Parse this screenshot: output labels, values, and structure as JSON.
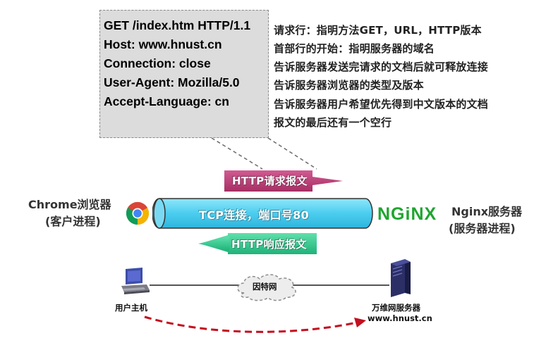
{
  "request": {
    "lines": [
      "GET /index.htm HTTP/1.1",
      "Host: www.hnust.cn",
      "Connection: close",
      "User-Agent:  Mozilla/5.0",
      "Accept-Language: cn"
    ]
  },
  "notes": [
    "请求行：指明方法GET，URL，HTTP版本",
    "首部行的开始：指明服务器的域名",
    "告诉服务器发送完请求的文档后就可释放连接",
    "告诉服务器浏览器的类型及版本",
    "告诉服务器用户希望优先得到中文版本的文档",
    "报文的最后还有一个空行"
  ],
  "arrows": {
    "request_label": "HTTP请求报文",
    "response_label": "HTTP响应报文",
    "request_color": "#c2407a",
    "response_color": "#2fc98f"
  },
  "tunnel": {
    "label": "TCP连接，端口号80",
    "color": "#52d3f0"
  },
  "client": {
    "name_line1": "Chrome浏览器",
    "name_line2": "(客户进程)",
    "icon": "chrome-icon"
  },
  "server": {
    "logo_text": "NGiNX",
    "logo_color": "#1fa52f",
    "name_line1": "Nginx服务器",
    "name_line2": "(服务器进程)"
  },
  "network": {
    "cloud_label": "因特网",
    "host_label": "用户主机",
    "server_label_line1": "万维网服务器",
    "server_label_line2": "www.hnust.cn",
    "connection_arrow_color": "#c40f1f"
  }
}
